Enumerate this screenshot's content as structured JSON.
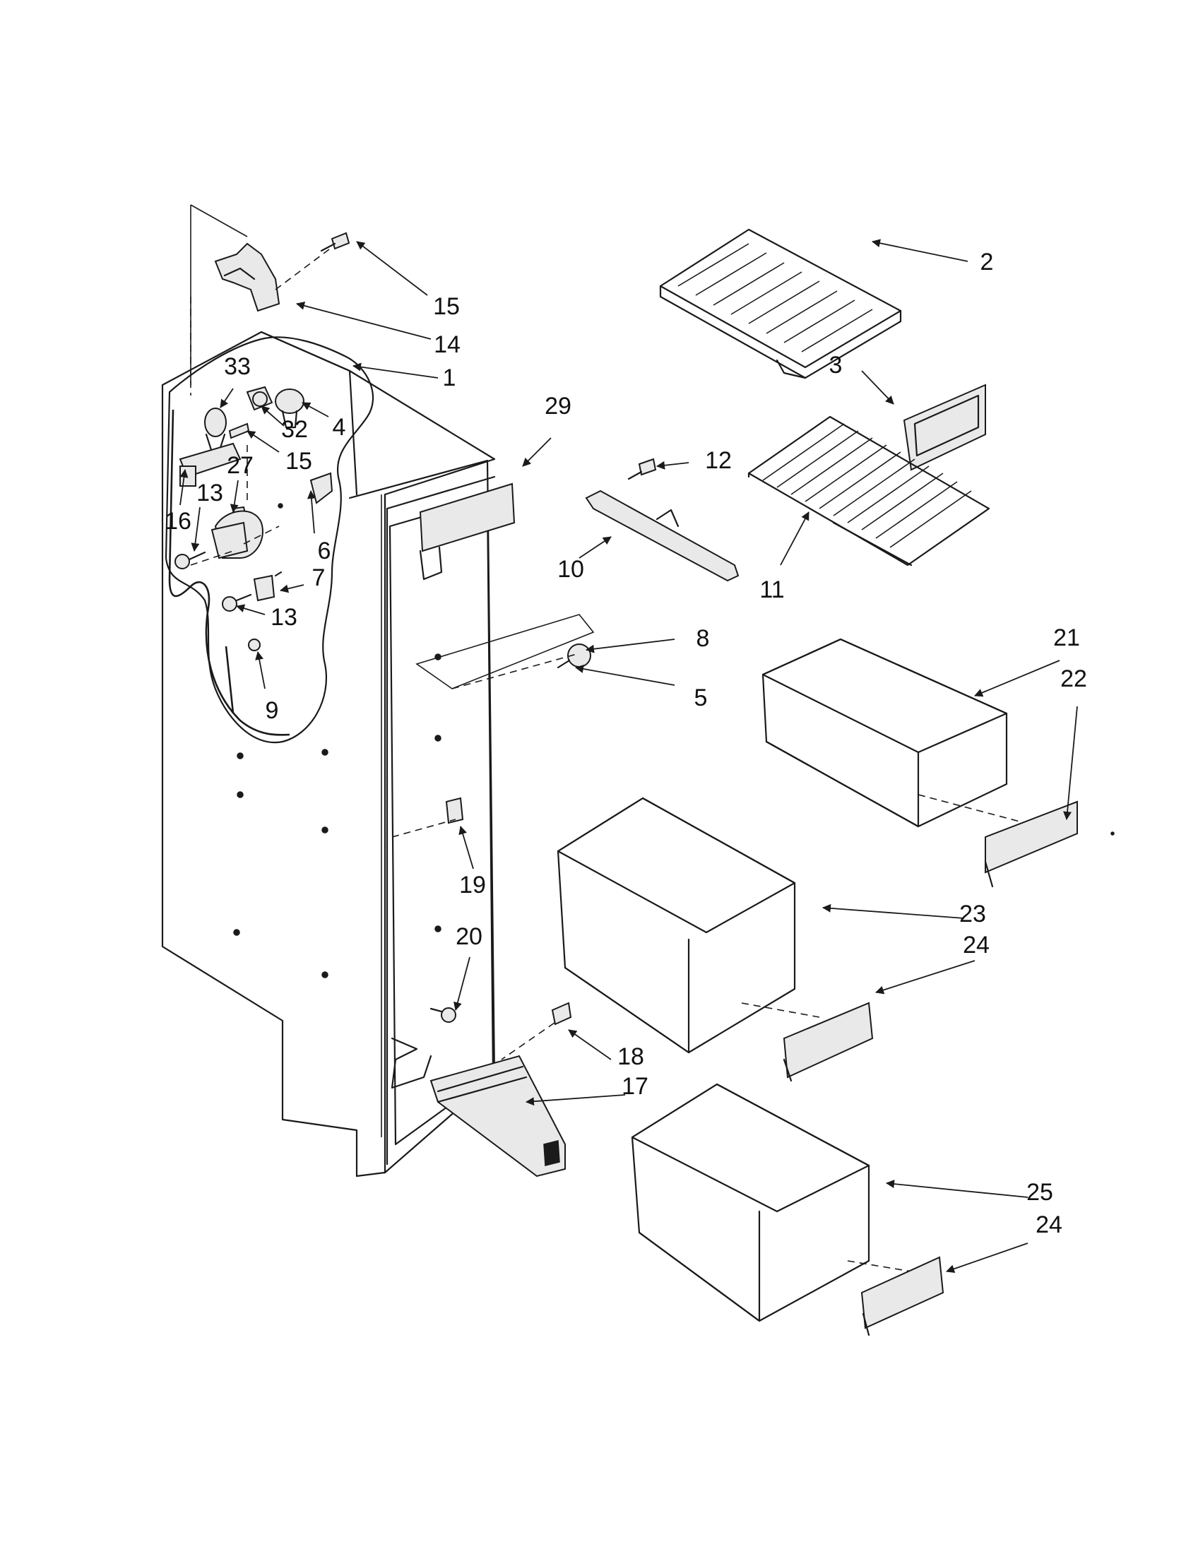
{
  "callouts": [
    {
      "label": "1"
    },
    {
      "label": "2"
    },
    {
      "label": "3"
    },
    {
      "label": "4"
    },
    {
      "label": "5"
    },
    {
      "label": "6"
    },
    {
      "label": "7"
    },
    {
      "label": "8"
    },
    {
      "label": "9"
    },
    {
      "label": "10"
    },
    {
      "label": "11"
    },
    {
      "label": "12"
    },
    {
      "label": "13"
    },
    {
      "label": "13"
    },
    {
      "label": "14"
    },
    {
      "label": "15"
    },
    {
      "label": "15"
    },
    {
      "label": "16"
    },
    {
      "label": "17"
    },
    {
      "label": "18"
    },
    {
      "label": "19"
    },
    {
      "label": "20"
    },
    {
      "label": "21"
    },
    {
      "label": "22"
    },
    {
      "label": "23"
    },
    {
      "label": "24"
    },
    {
      "label": "24"
    },
    {
      "label": "25"
    },
    {
      "label": "27"
    },
    {
      "label": "29"
    },
    {
      "label": "32"
    },
    {
      "label": "33"
    }
  ]
}
